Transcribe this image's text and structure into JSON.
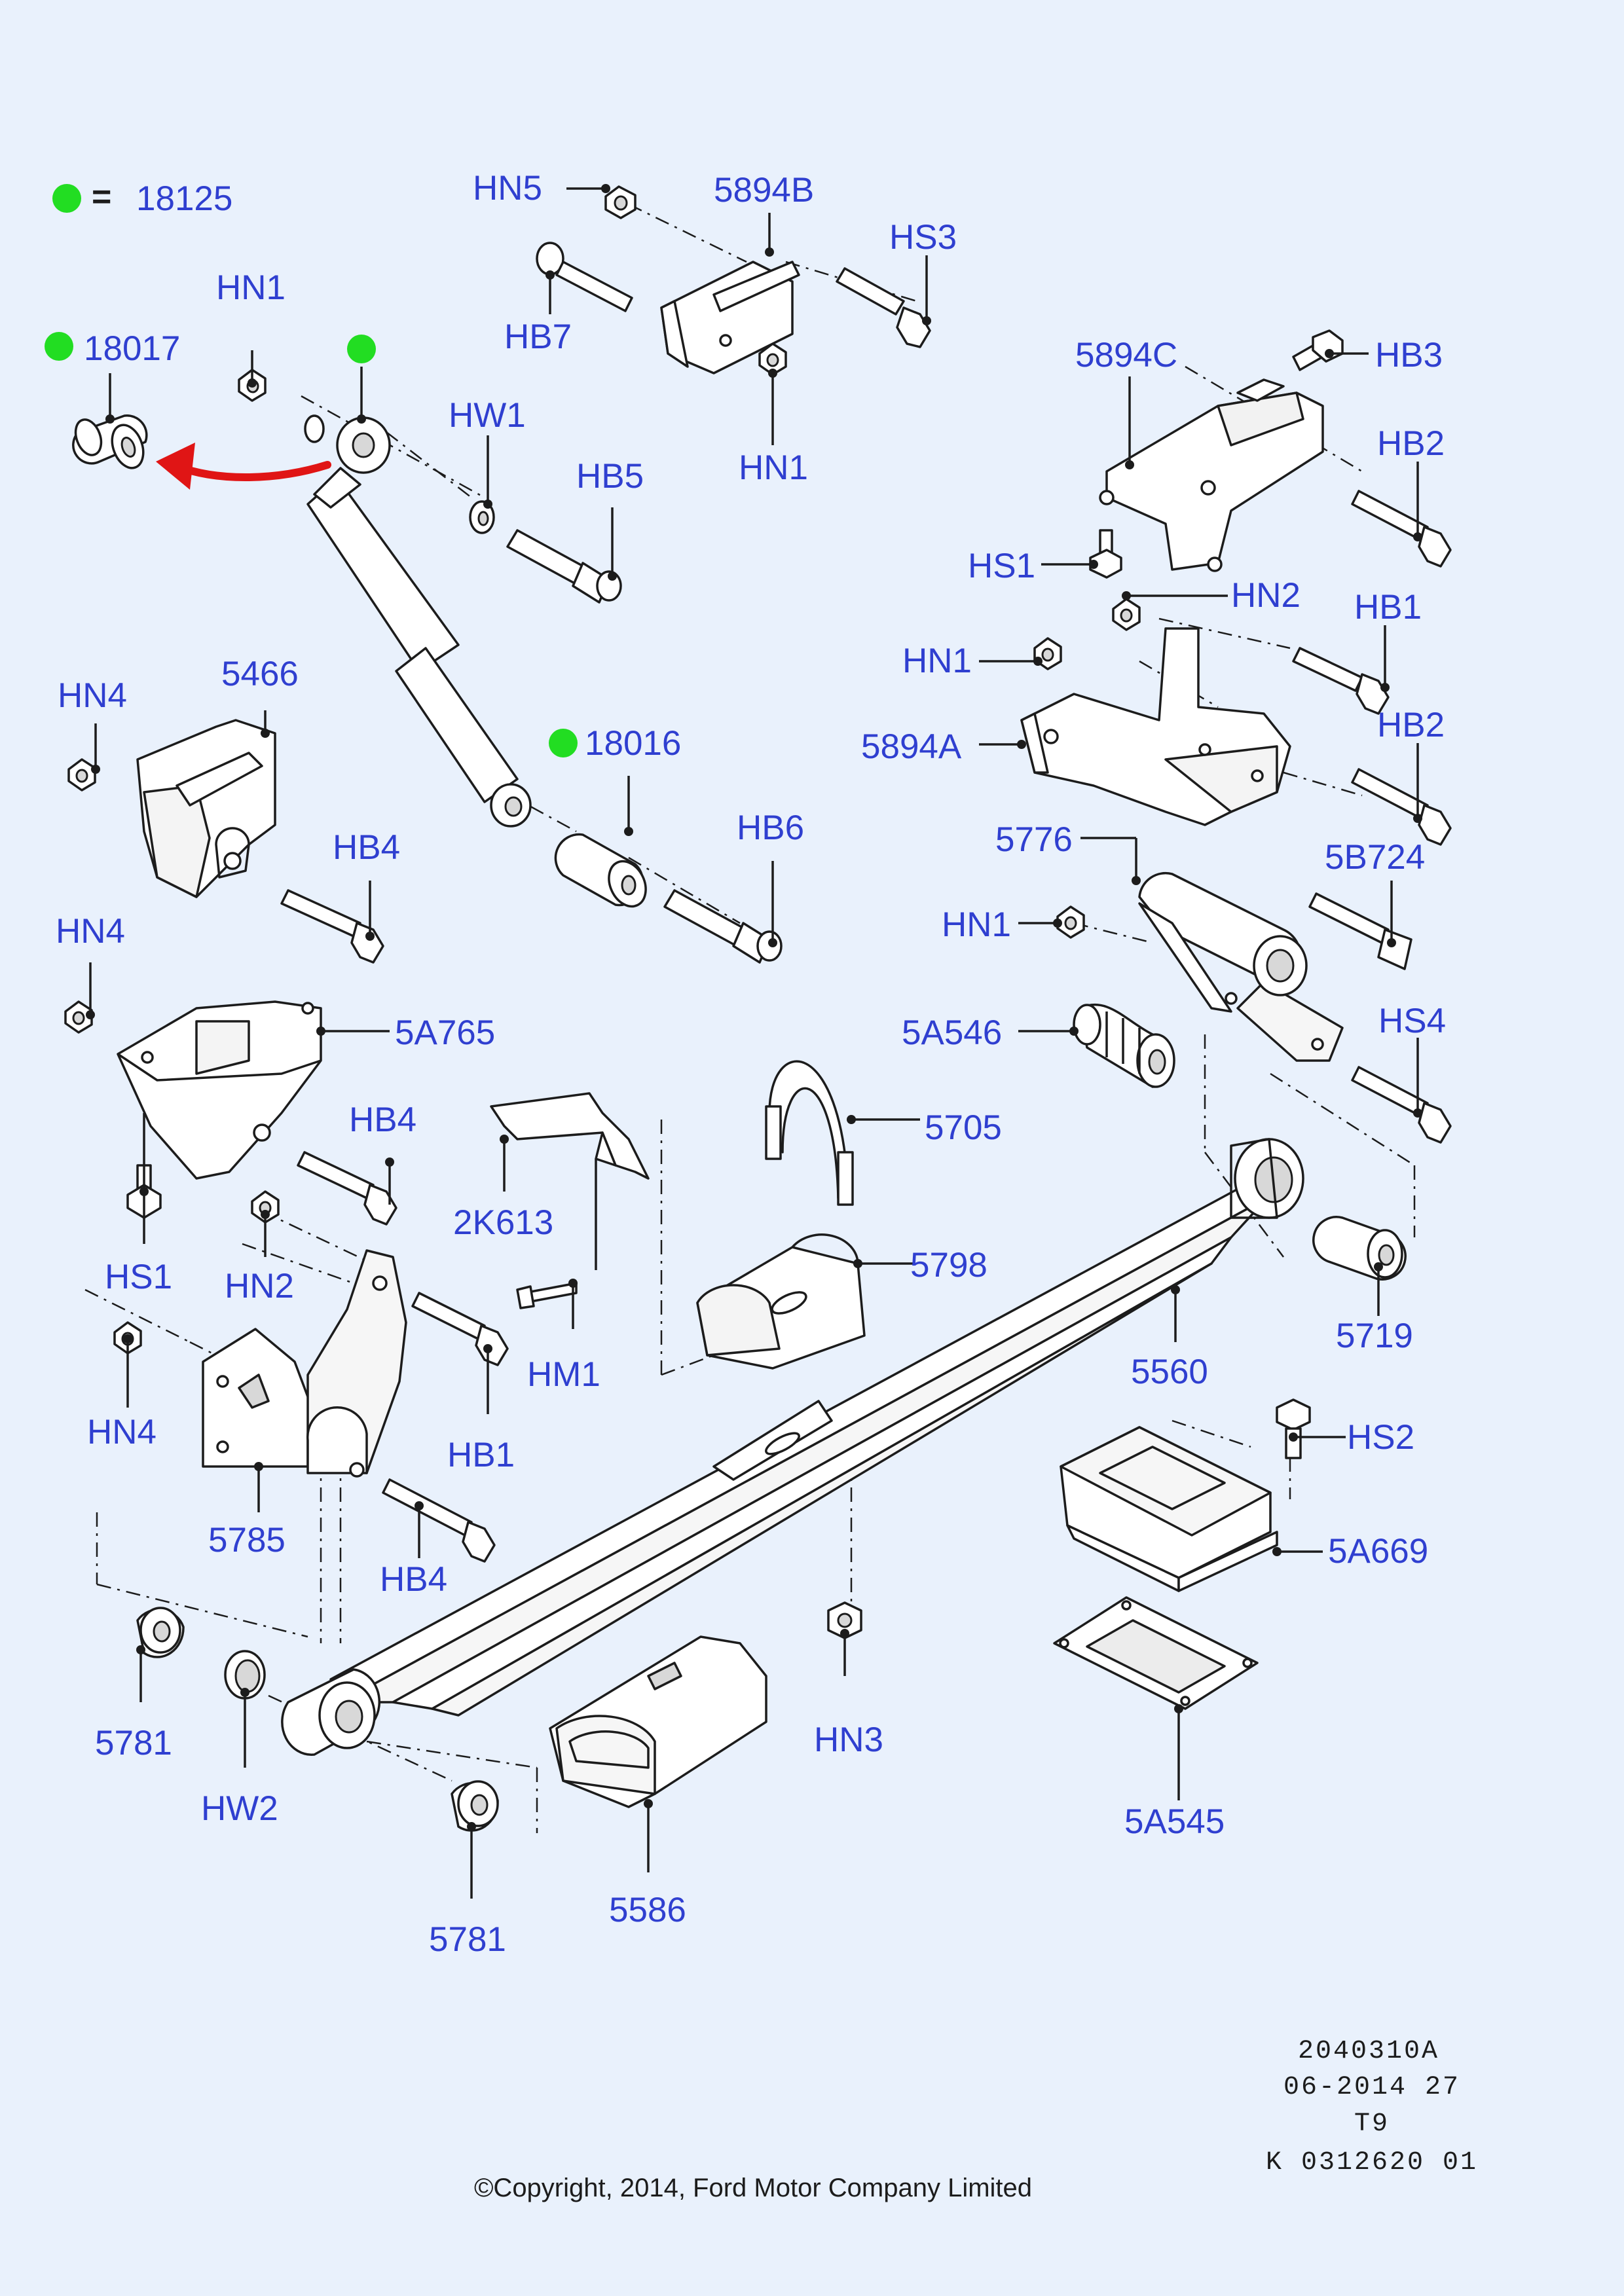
{
  "legend": {
    "symbol": "=",
    "part_number": "18125",
    "marker_color": "#22dd22"
  },
  "callouts": {
    "hn5": "HN5",
    "p5894b": "5894B",
    "hs3_top": "HS3",
    "hb7": "HB7",
    "hn1_top": "HN1",
    "hn1_left": "HN1",
    "p18017": "18017",
    "hw1": "HW1",
    "hb5": "HB5",
    "p5894c": "5894C",
    "hb3": "HB3",
    "hb2_a": "HB2",
    "hs1_right": "HS1",
    "hn2_right": "HN2",
    "hb1_right": "HB1",
    "hn1_right": "HN1",
    "hb2_b": "HB2",
    "p5894a": "5894A",
    "p5776": "5776",
    "p5b724": "5B724",
    "hn1_mid": "HN1",
    "p5a546": "5A546",
    "hs4": "HS4",
    "hn4_a": "HN4",
    "p5466": "5466",
    "hb4_a": "HB4",
    "p18016": "18016",
    "hb6": "HB6",
    "hn4_b": "HN4",
    "p5a765": "5A765",
    "hb4_b": "HB4",
    "hs1_left": "HS1",
    "hn2_left": "HN2",
    "p2k613": "2K613",
    "hm1": "HM1",
    "hb1_left": "HB1",
    "hn4_c": "HN4",
    "p5785": "5785",
    "hb4_c": "HB4",
    "p5705": "5705",
    "p5798": "5798",
    "p5560": "5560",
    "p5719": "5719",
    "hs2": "HS2",
    "p5a669": "5A669",
    "hn3": "HN3",
    "p5a545": "5A545",
    "p5781_left": "5781",
    "hw2": "HW2",
    "p5781_bottom": "5781",
    "p5586": "5586"
  },
  "diagram_info": {
    "line1": "2040310A",
    "line2": "06-2014 27",
    "line3": "T9",
    "line4": "K 0312620 01"
  },
  "copyright": "©Copyright, 2014, Ford Motor Company Limited",
  "colors": {
    "background": "#e9f1fc",
    "callout_text": "#2f3fd0",
    "arrow": "#e01515",
    "marker": "#22dd22"
  }
}
